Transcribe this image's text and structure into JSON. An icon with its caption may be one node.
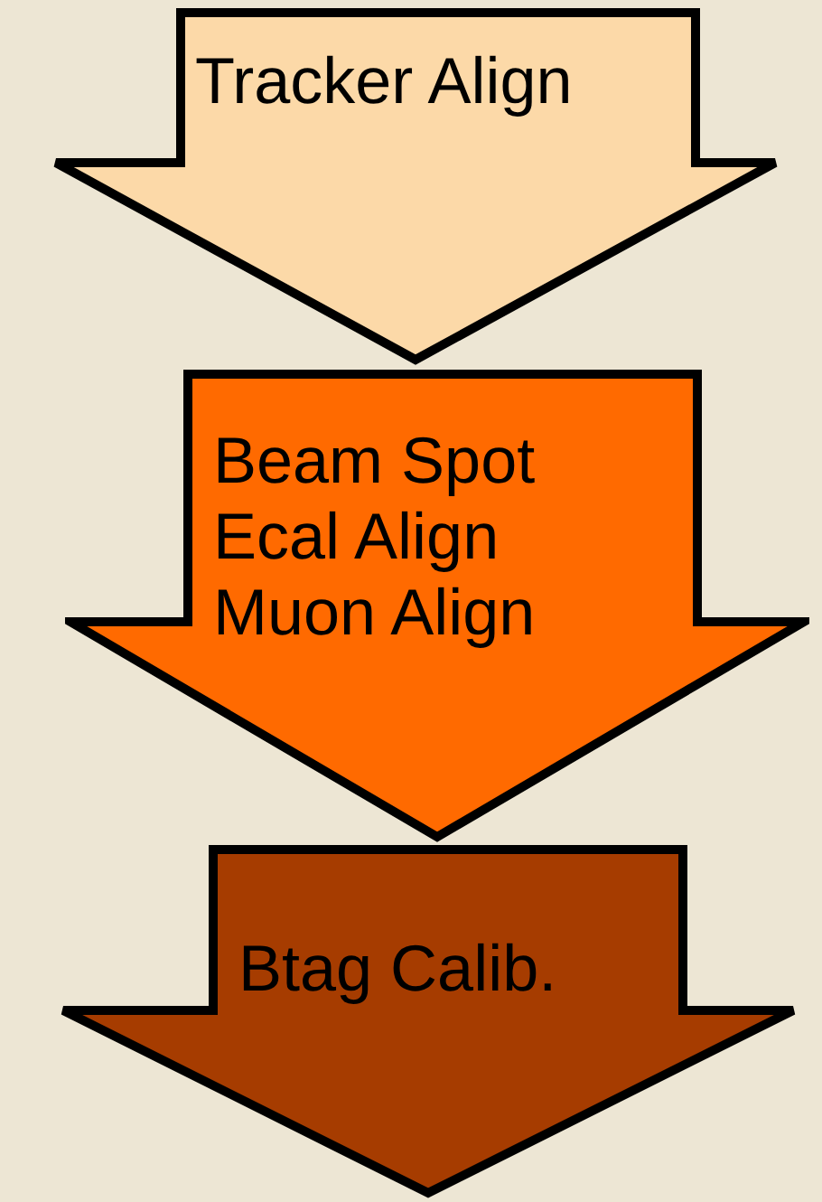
{
  "diagram": {
    "nodes": [
      {
        "text": [
          "Tracker Align"
        ]
      },
      {
        "text": [
          "Beam Spot",
          "Ecal Align",
          "Muon Align"
        ]
      },
      {
        "text": [
          "Btag Calib."
        ]
      }
    ]
  }
}
